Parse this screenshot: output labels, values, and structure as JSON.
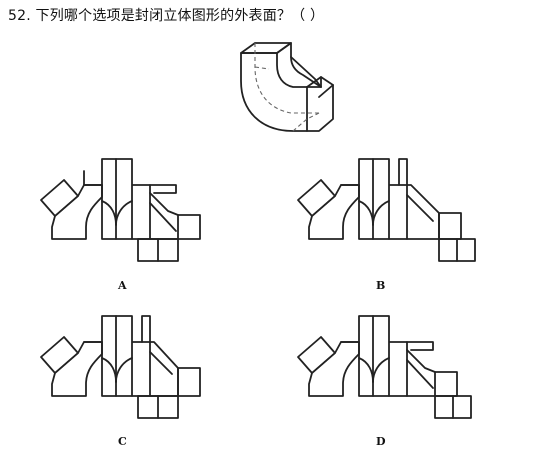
{
  "question": {
    "text": "52. 下列哪个选项是封闭立体图形的外表面？（    ）"
  },
  "options": [
    {
      "letter": "A"
    },
    {
      "letter": "B"
    },
    {
      "letter": "C"
    },
    {
      "letter": "D"
    }
  ],
  "icons": {
    "solid": "3d-pipe-solid",
    "net": "unfolded-net"
  }
}
